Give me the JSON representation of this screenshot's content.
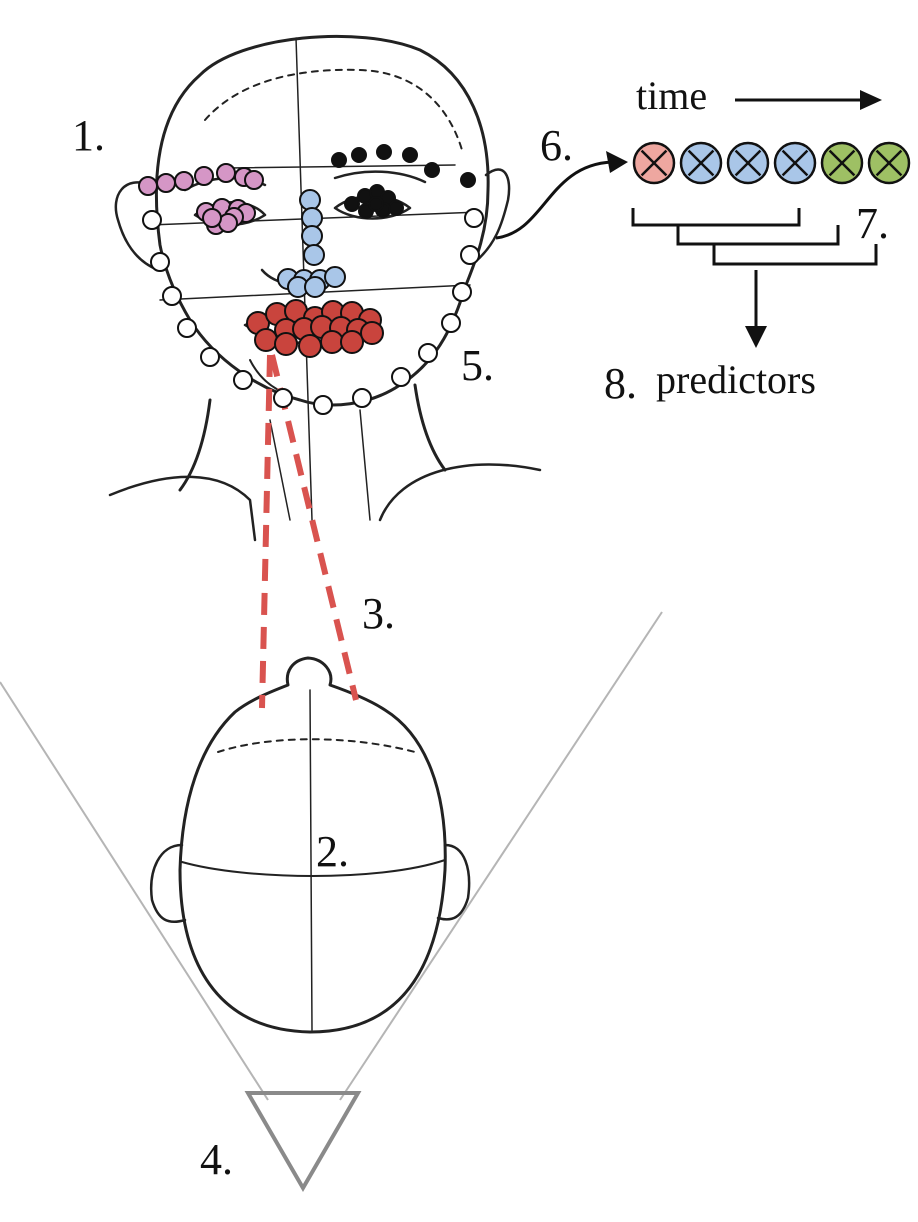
{
  "labels": {
    "l1": "1.",
    "l2": "2.",
    "l3": "3.",
    "l4": "4.",
    "l5": "5.",
    "l6": "6.",
    "l7": "7.",
    "l8": "8.",
    "time": "time",
    "predictors": "predictors"
  },
  "colors": {
    "eyebrow_left": "#d596c6",
    "eye_left": "#d596c6",
    "eyebrow_right": "#111111",
    "eye_right": "#111111",
    "nose": "#a9c6e8",
    "mouth": "#c9443d",
    "jaw": "#ffffff",
    "sequence": [
      "#eea7a0",
      "#a9c6e8",
      "#a9c6e8",
      "#a9c6e8",
      "#9ec064",
      "#9ec064"
    ],
    "sight_lines": "#d9534f",
    "camera": "#8a8a8a"
  },
  "sequence_icon": "circled-x-icon",
  "camera_icon": "triangle-down-icon"
}
